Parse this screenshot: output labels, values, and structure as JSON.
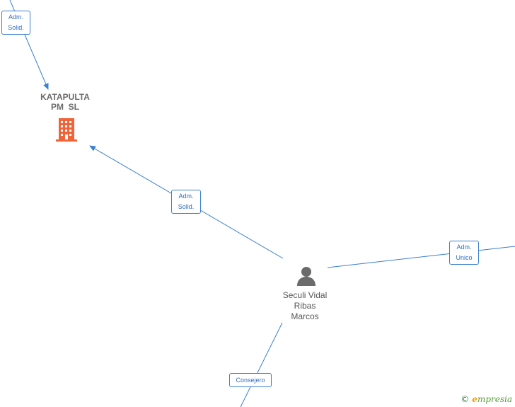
{
  "nodes": {
    "company": {
      "name_line1": "KATAPULTA",
      "name_line2": "PM  SL",
      "icon": "building-icon",
      "color": "#f0643a"
    },
    "person": {
      "name_line1": "Seculi Vidal",
      "name_line2": "Ribas",
      "name_line3": "Marcos",
      "icon": "person-icon",
      "color": "#6b6b6b"
    }
  },
  "edges": {
    "top": {
      "label_line1": "Adm.",
      "label_line2": "Solid."
    },
    "middle": {
      "label_line1": "Adm.",
      "label_line2": "Solid."
    },
    "right": {
      "label_line1": "Adm.",
      "label_line2": "Unico"
    },
    "bottom": {
      "label": "Consejero"
    }
  },
  "colors": {
    "edge": "#3a7fd0"
  },
  "watermark": {
    "copyright": "©",
    "brand_initial": "e",
    "brand_rest": "mpresia"
  }
}
